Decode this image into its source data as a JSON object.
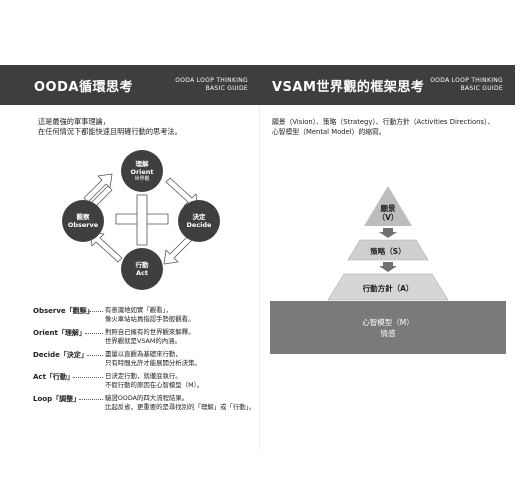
{
  "left": {
    "title": "OODA循環思考",
    "subtitle_line1": "OODA LOOP THINKING",
    "subtitle_line2": "BASIC GUIDE",
    "intro": [
      "這是最強的軍事理論，",
      "在任何情況下都能快速且明確行動的思考法。"
    ],
    "nodes": {
      "orient": {
        "zh": "理解",
        "en": "Orient",
        "sub": "世界觀"
      },
      "observe": {
        "zh": "觀察",
        "en": "Observe"
      },
      "decide": {
        "zh": "決定",
        "en": "Decide"
      },
      "act": {
        "zh": "行動",
        "en": "Act"
      }
    },
    "definitions": [
      {
        "term": "Observe「觀察」",
        "lines": [
          "有意識地如實「觀看」，",
          "像火車站站員指認手勢般觀看。"
        ]
      },
      {
        "term": "Orient「理解」",
        "lines": [
          "對照自己擁有的世界觀來解釋。",
          "世界觀就是VSAM的內涵。"
        ]
      },
      {
        "term": "Decide「決定」",
        "lines": [
          "盡量以直觀為基礎來行動，",
          "只有時間允許才能展開分析決策。"
        ]
      },
      {
        "term": "Act「行動」",
        "lines": [
          "日決定行動，就徹底執行。",
          "不假行動的原因在心智模型（M）。"
        ]
      },
      {
        "term": "Loop「調整」",
        "lines": [
          "驗證OODA的四大流程結果。",
          "比起反省，更重要的是尋找別的「理解」或「行動」。"
        ]
      }
    ]
  },
  "right": {
    "title": "VSAM世界觀的框架思考",
    "subtitle_line1": "OODA LOOP THINKING",
    "subtitle_line2": "BASIC GUIDE",
    "intro": [
      "願景（Vision）、策略（Strategy）、行動方針（Activities Directions）、",
      "心智模型（Mental Model）的縮寫。"
    ],
    "pyramid": {
      "vision": [
        "願景",
        "（V）"
      ],
      "strategy": "策略（S）",
      "activities": "行動方針（A）",
      "mental_line1": "心智模型（M）",
      "mental_line2": "情感"
    }
  },
  "colors": {
    "dark": "#3e3e3e",
    "mid": "#b8b8b8",
    "light": "#d4d4d4",
    "base": "#7a7a7a"
  }
}
